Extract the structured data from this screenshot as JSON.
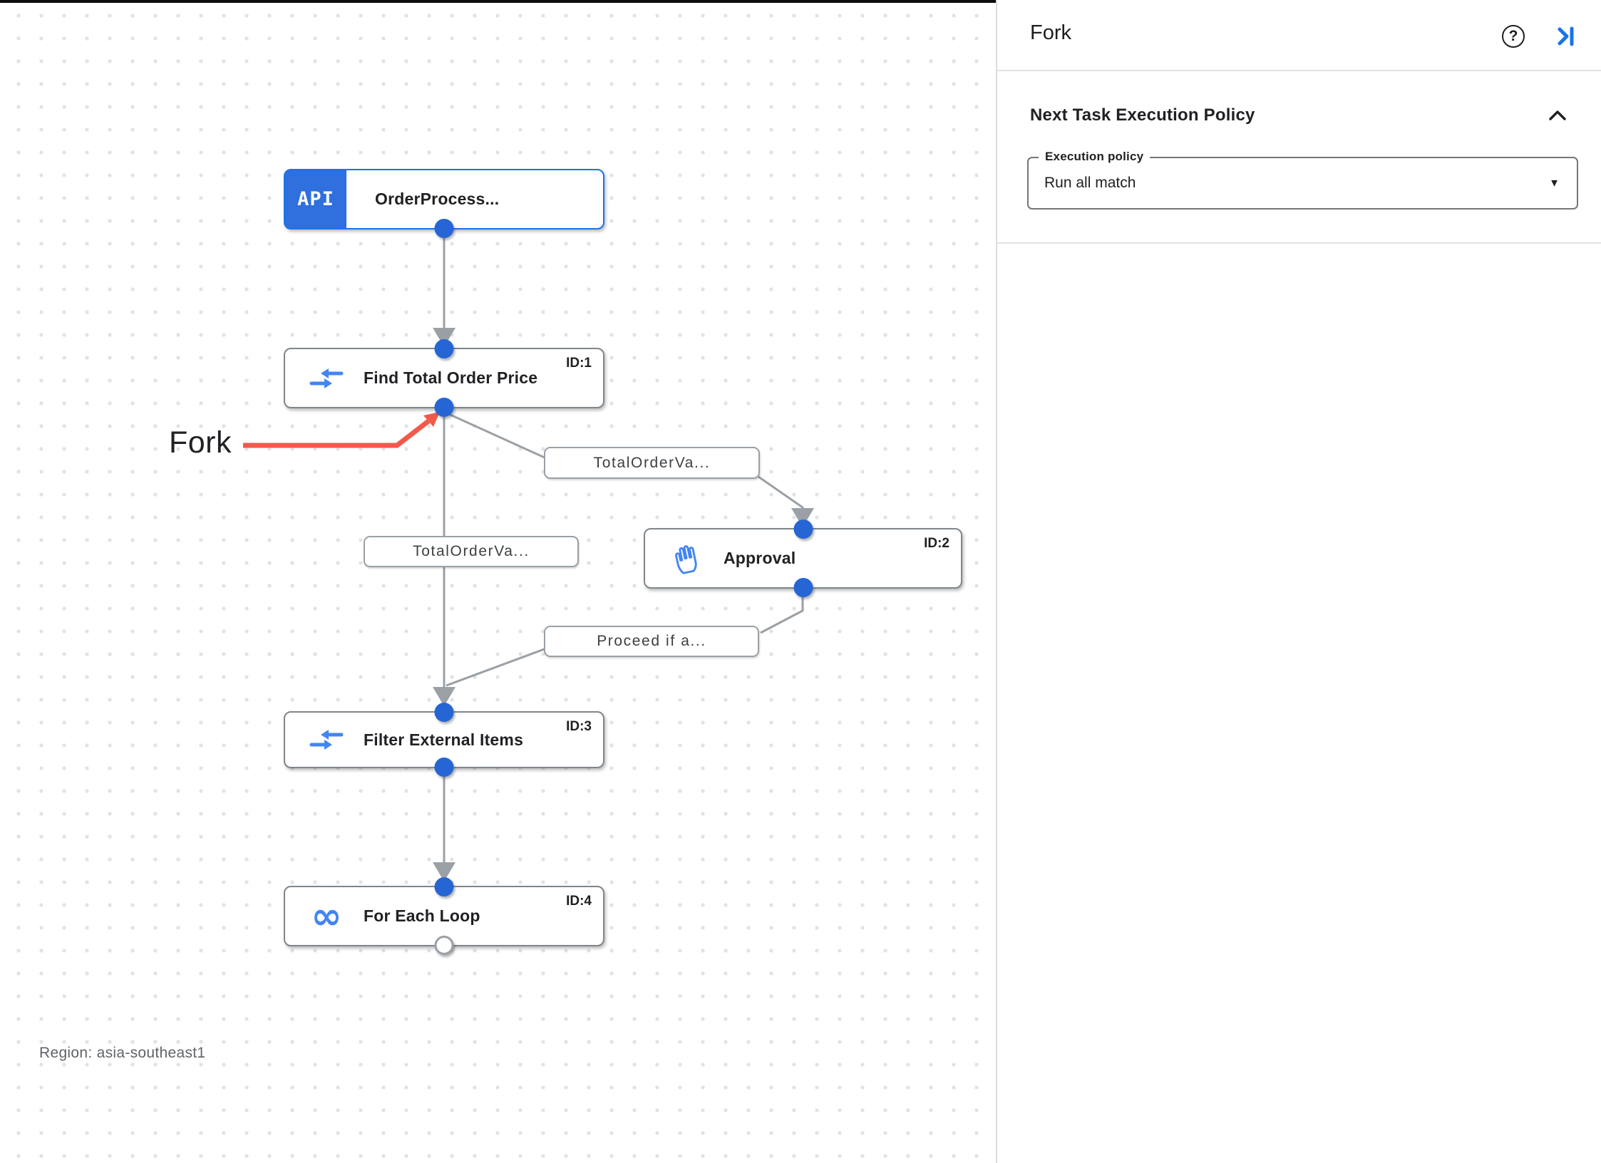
{
  "canvas": {
    "region_label": "Region: asia-southeast1",
    "annotation": {
      "label": "Fork"
    },
    "nodes": [
      {
        "title": "OrderProcess...",
        "id_label": "",
        "badge_text": "API",
        "icon": "api-trigger-icon"
      },
      {
        "title": "Find Total Order Price",
        "id_label": "ID:1",
        "icon": "data-mapping-icon"
      },
      {
        "title": "Approval",
        "id_label": "ID:2",
        "icon": "hand-approval-icon"
      },
      {
        "title": "Filter External Items",
        "id_label": "ID:3",
        "icon": "data-mapping-icon"
      },
      {
        "title": "For Each Loop",
        "id_label": "ID:4",
        "icon": "loop-icon",
        "loop_glyph": "∞"
      }
    ],
    "edge_labels": [
      {
        "text": "TotalOrderVa..."
      },
      {
        "text": "TotalOrderVa..."
      },
      {
        "text": "Proceed if a..."
      }
    ]
  },
  "panel": {
    "title": "Fork",
    "help_glyph": "?",
    "section": {
      "heading": "Next Task Execution Policy"
    },
    "execution_policy_field": {
      "label": "Execution policy",
      "value": "Run all match",
      "caret": "▼"
    }
  },
  "colors": {
    "accent_blue": "#1a73e8",
    "icon_blue": "#4285f4",
    "port_blue": "#2565d4",
    "edge_gray": "#9aa0a6",
    "annotation_red": "#f2594b"
  }
}
